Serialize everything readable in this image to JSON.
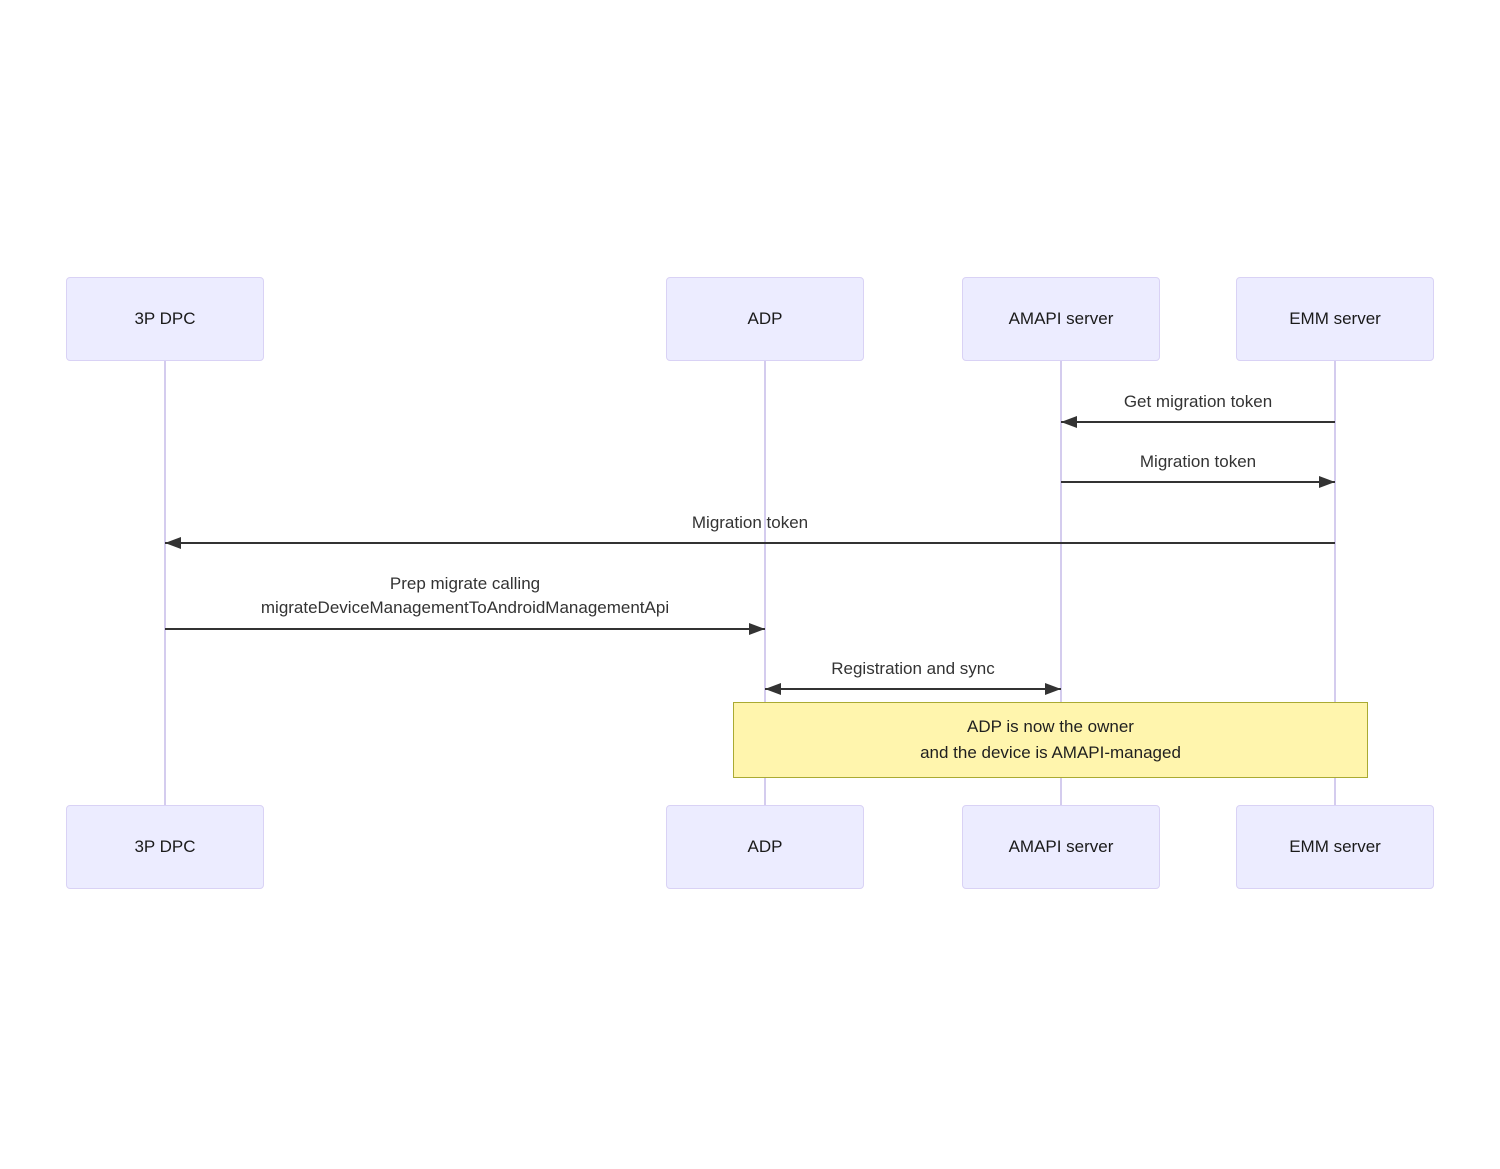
{
  "diagram": {
    "type": "sequence-diagram",
    "actors": [
      {
        "id": "3p-dpc",
        "label": "3P DPC"
      },
      {
        "id": "adp",
        "label": "ADP"
      },
      {
        "id": "amapi-server",
        "label": "AMAPI server"
      },
      {
        "id": "emm-server",
        "label": "EMM server"
      }
    ],
    "messages": [
      {
        "from": "EMM server",
        "to": "AMAPI server",
        "label": "Get migration token",
        "direction": "left",
        "line_style": "solid"
      },
      {
        "from": "AMAPI server",
        "to": "EMM server",
        "label": "Migration token",
        "direction": "right",
        "line_style": "solid"
      },
      {
        "from": "EMM server",
        "to": "3P DPC",
        "label": "Migration token",
        "direction": "left",
        "line_style": "solid"
      },
      {
        "from": "3P DPC",
        "to": "ADP",
        "label_line1": "Prep migrate calling",
        "label_line2": "migrateDeviceManagementToAndroidManagementApi",
        "direction": "right",
        "line_style": "solid"
      },
      {
        "from": "ADP",
        "to": "AMAPI server",
        "label": "Registration and sync",
        "direction": "both",
        "line_style": "solid"
      }
    ],
    "note": {
      "over": [
        "ADP",
        "AMAPI server",
        "EMM server"
      ],
      "line1": "ADP is now the owner",
      "line2": "and the device is AMAPI-managed"
    },
    "colors": {
      "actor_fill": "#ececff",
      "actor_border": "#d9d2f5",
      "lifeline": "#d4ccee",
      "message_line": "#333333",
      "text": "#333333",
      "note_fill": "#fff5ad",
      "note_border": "#aaaa33",
      "background": "#ffffff"
    }
  }
}
